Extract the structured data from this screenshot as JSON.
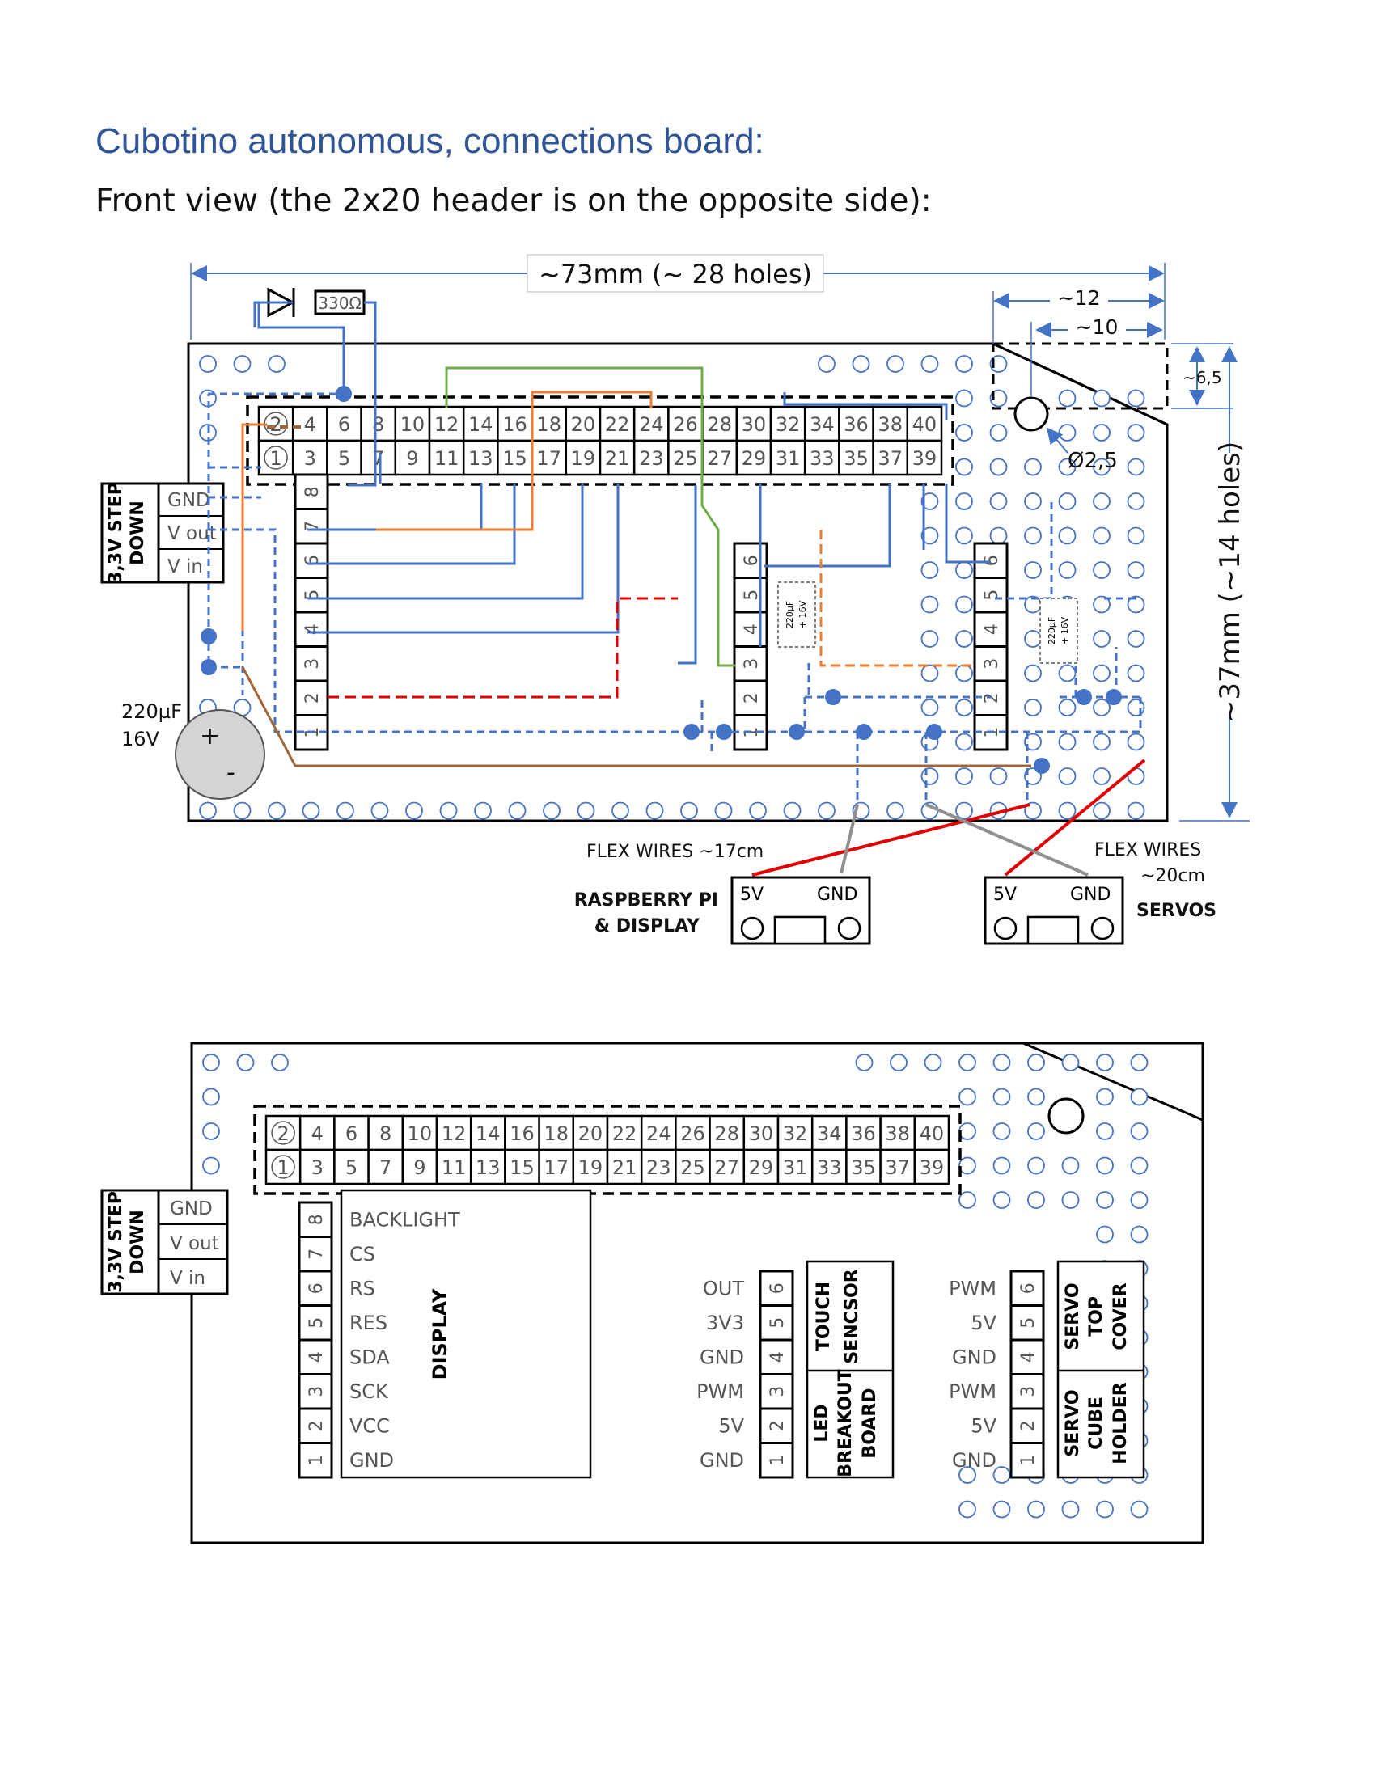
{
  "title": "Cubotino autonomous, connections board:",
  "subtitle": "Front view (the 2x20 header is on the opposite side):",
  "top": {
    "dim_width": "~73mm (~ 28 holes)",
    "dim_12": "~12",
    "dim_10": "~10",
    "dim_65": "~6,5",
    "dim_height": "~37mm (~14 holes)",
    "hole_diameter": "Ø2,5",
    "resistor": "330Ω",
    "stepdown": {
      "title1": "3,3V STEP",
      "title2": "DOWN",
      "gnd": "GND",
      "vout": "V out",
      "vin": "V in"
    },
    "cap_big": {
      "value": "220µF",
      "voltage": "16V",
      "plus": "+",
      "minus": "-"
    },
    "cap_small": {
      "value": "220µF",
      "voltage": "16V",
      "sign": "+ 16V"
    },
    "flex_rpi": "FLEX WIRES ~17cm",
    "flex_servo_1": "FLEX WIRES",
    "flex_servo_2": "~20cm",
    "rpi_label_1": "RASPBERRY PI",
    "rpi_label_2": "& DISPLAY",
    "servos_label": "SERVOS",
    "conn_5v": "5V",
    "conn_gnd": "GND"
  },
  "header": {
    "top_row": [
      "2",
      "4",
      "6",
      "8",
      "10",
      "12",
      "14",
      "16",
      "18",
      "20",
      "22",
      "24",
      "26",
      "28",
      "30",
      "32",
      "34",
      "36",
      "38",
      "40"
    ],
    "bottom_row": [
      "1",
      "3",
      "5",
      "7",
      "9",
      "11",
      "13",
      "15",
      "17",
      "19",
      "21",
      "23",
      "25",
      "27",
      "29",
      "31",
      "33",
      "35",
      "37",
      "39"
    ]
  },
  "pin_numbers": [
    "1",
    "2",
    "3",
    "4",
    "5",
    "6",
    "7",
    "8"
  ],
  "pin_numbers_6": [
    "1",
    "2",
    "3",
    "4",
    "5",
    "6"
  ],
  "bottom": {
    "display_title": "DISPLAY",
    "display_pins": [
      "BACKLIGHT",
      "CS",
      "RS",
      "RES",
      "SDA",
      "SCK",
      "VCC",
      "GND"
    ],
    "mid_pins": [
      "OUT",
      "3V3",
      "GND",
      "PWM",
      "5V",
      "GND"
    ],
    "touch_1": "TOUCH",
    "touch_2": "SENCSOR",
    "led_1": "LED",
    "led_2": "BREAKOUT",
    "led_3": "BOARD",
    "servo_pins": [
      "PWM",
      "5V",
      "GND",
      "PWM",
      "5V",
      "GND"
    ],
    "servo_top_1": "SERVO",
    "servo_top_2": "TOP",
    "servo_top_3": "COVER",
    "servo_cube_1": "SERVO",
    "servo_cube_2": "CUBE",
    "servo_cube_3": "HOLDER"
  },
  "colors": {
    "title": "#2f5597",
    "wire_blue": "#4472c4",
    "wire_green": "#70ad47",
    "wire_orange": "#ed7d31",
    "wire_brown": "#a0673a",
    "wire_red": "#e00000",
    "wire_gray": "#909090",
    "hole": "#4472c4",
    "cap_fill": "#d4d4d4"
  }
}
